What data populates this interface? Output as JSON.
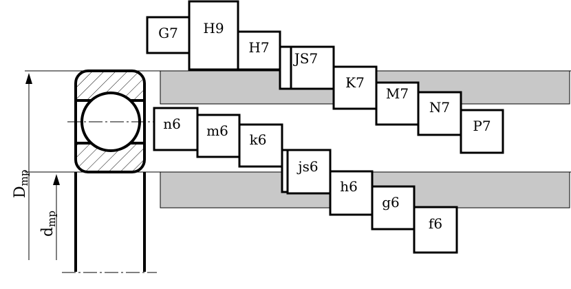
{
  "diagram": {
    "colors": {
      "band": "#c8c8c8",
      "line": "#000000",
      "background": "#ffffff"
    },
    "axis_labels": {
      "outer_diameter": {
        "main": "D",
        "sub": "mp"
      },
      "inner_diameter": {
        "main": "d",
        "sub": "mp"
      }
    },
    "hole_fields": [
      "G7",
      "H9",
      "H7",
      "JS7",
      "K7",
      "M7",
      "N7",
      "P7"
    ],
    "shaft_fields": [
      "n6",
      "m6",
      "k6",
      "js6",
      "h6",
      "g6",
      "f6"
    ]
  }
}
